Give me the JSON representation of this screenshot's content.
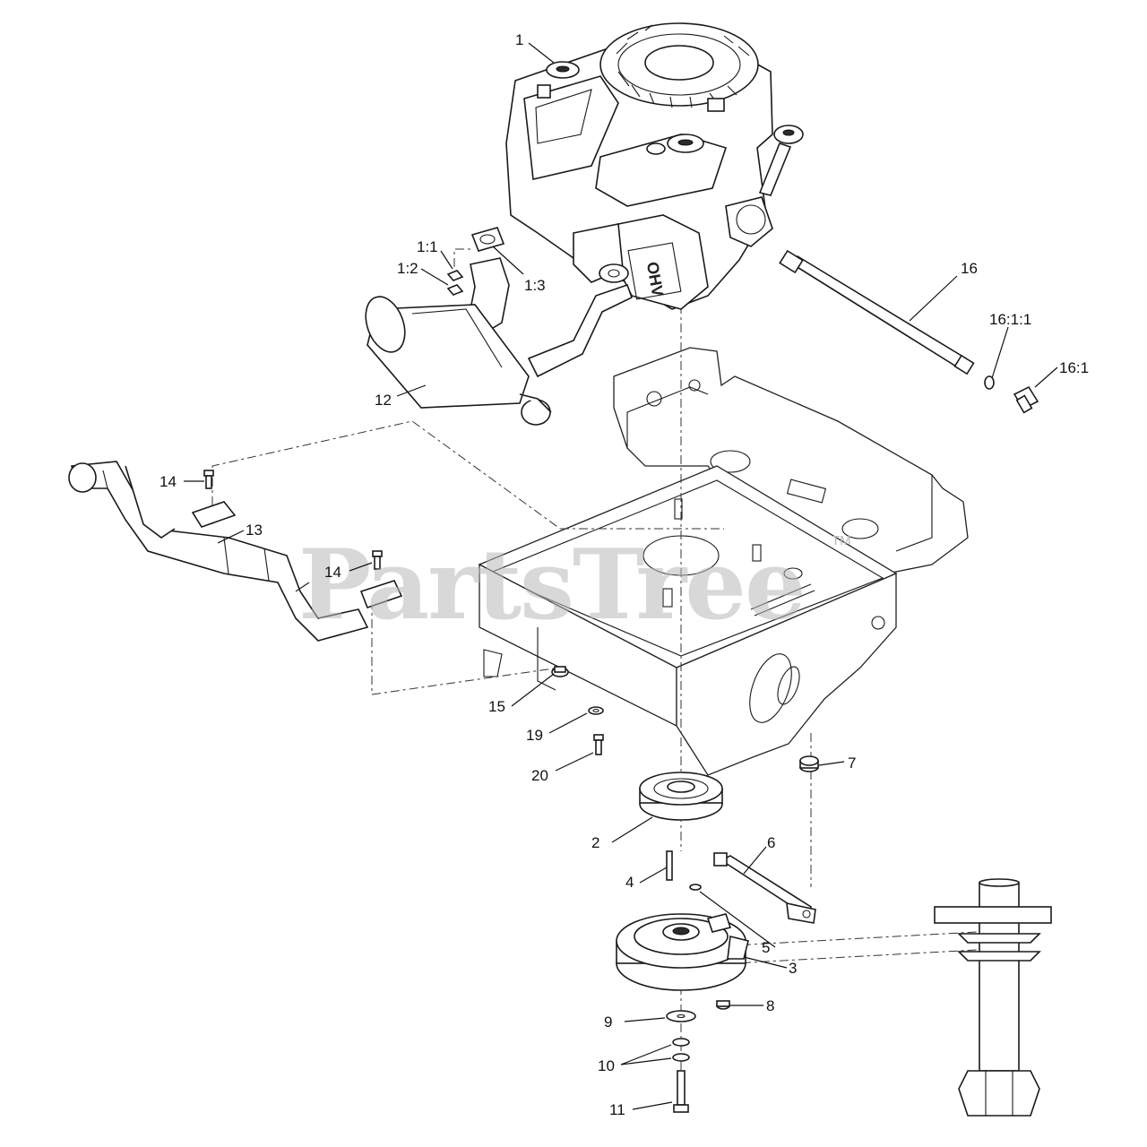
{
  "watermark": {
    "text": "PartsTree",
    "trademark": "TM"
  },
  "engine_label": "OHV",
  "callouts": [
    {
      "id": "c1",
      "label": "1"
    },
    {
      "id": "c1-1",
      "label": "1:1"
    },
    {
      "id": "c1-2",
      "label": "1:2"
    },
    {
      "id": "c1-3",
      "label": "1:3"
    },
    {
      "id": "c2",
      "label": "2"
    },
    {
      "id": "c3",
      "label": "3"
    },
    {
      "id": "c4",
      "label": "4"
    },
    {
      "id": "c5",
      "label": "5"
    },
    {
      "id": "c6",
      "label": "6"
    },
    {
      "id": "c7",
      "label": "7"
    },
    {
      "id": "c8",
      "label": "8"
    },
    {
      "id": "c9",
      "label": "9"
    },
    {
      "id": "c10",
      "label": "10"
    },
    {
      "id": "c11",
      "label": "11"
    },
    {
      "id": "c12",
      "label": "12"
    },
    {
      "id": "c13",
      "label": "13"
    },
    {
      "id": "c14a",
      "label": "14"
    },
    {
      "id": "c14b",
      "label": "14"
    },
    {
      "id": "c15",
      "label": "15"
    },
    {
      "id": "c16",
      "label": "16"
    },
    {
      "id": "c16-1-1",
      "label": "16:1:1"
    },
    {
      "id": "c16-1",
      "label": "16:1"
    },
    {
      "id": "c19",
      "label": "19"
    },
    {
      "id": "c20",
      "label": "20"
    }
  ]
}
